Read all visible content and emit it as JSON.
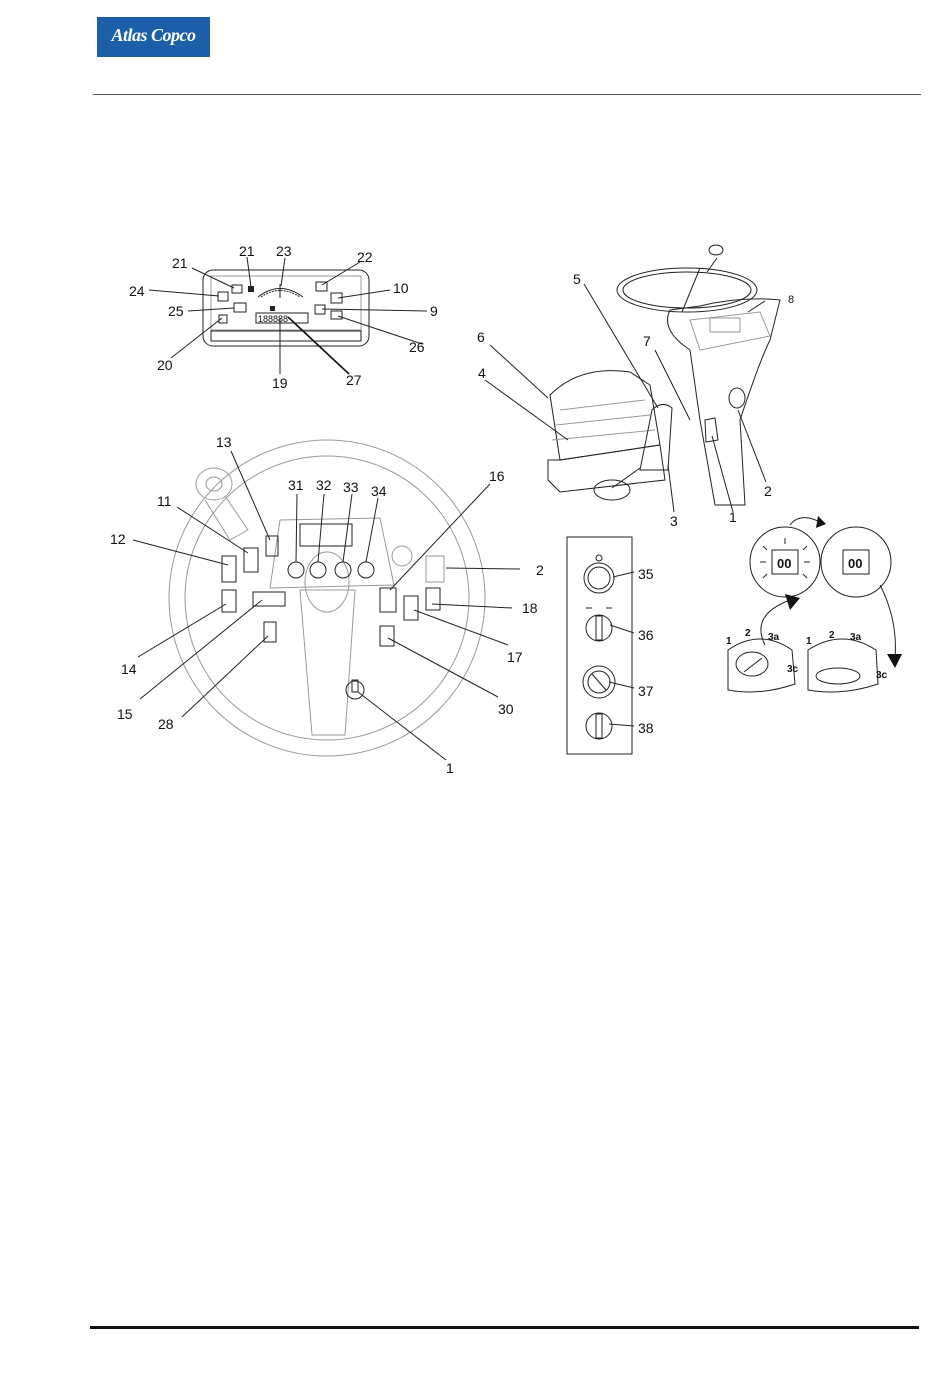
{
  "header": {
    "brand": "Atlas Copco",
    "brand_color": "#1a5fa8"
  },
  "figure": {
    "display_callouts": [
      "21",
      "21",
      "23",
      "22",
      "24",
      "10",
      "25",
      "9",
      "20",
      "26",
      "19",
      "27"
    ],
    "cab_callouts": [
      "5",
      "8",
      "6",
      "7",
      "4",
      "2",
      "3",
      "1"
    ],
    "panel_callouts": [
      "13",
      "31",
      "32",
      "33",
      "34",
      "16",
      "11",
      "12",
      "2",
      "18",
      "14",
      "17",
      "15",
      "28",
      "30",
      "1"
    ],
    "switch_callouts": [
      "35",
      "36",
      "37",
      "38"
    ],
    "lamp_callouts": [
      "1",
      "2",
      "3a",
      "3c",
      "1",
      "2",
      "3a",
      "3c"
    ]
  }
}
